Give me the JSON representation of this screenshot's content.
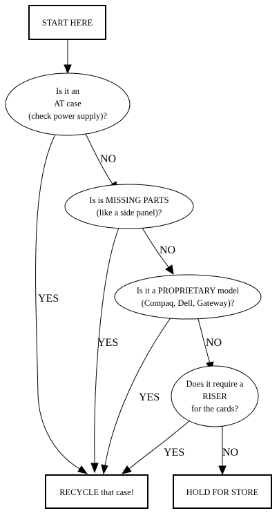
{
  "diagram": {
    "nodes": {
      "start": {
        "lines": [
          "START HERE"
        ]
      },
      "q_at_case": {
        "lines": [
          "Is it an",
          "AT case",
          "(check power supply)?"
        ]
      },
      "q_missing_parts": {
        "lines": [
          "Is is MISSING PARTS",
          "(like a side panel)?"
        ]
      },
      "q_proprietary": {
        "lines": [
          "Is it a PROPRIETARY model",
          "(Compaq, Dell, Gateway)?"
        ]
      },
      "q_riser": {
        "lines": [
          "Does it require a",
          "RISER",
          "for the cards?"
        ]
      },
      "recycle": {
        "lines": [
          "RECYCLE that case!"
        ]
      },
      "hold": {
        "lines": [
          "HOLD FOR STORE"
        ]
      }
    },
    "edges": {
      "at_case_no": {
        "from": "q_at_case",
        "to": "q_missing_parts",
        "label": "NO"
      },
      "at_case_yes": {
        "from": "q_at_case",
        "to": "recycle",
        "label": "YES"
      },
      "missing_no": {
        "from": "q_missing_parts",
        "to": "q_proprietary",
        "label": "NO"
      },
      "missing_yes": {
        "from": "q_missing_parts",
        "to": "recycle",
        "label": "YES"
      },
      "proprietary_no": {
        "from": "q_proprietary",
        "to": "q_riser",
        "label": "NO"
      },
      "proprietary_yes": {
        "from": "q_proprietary",
        "to": "recycle",
        "label": "YES"
      },
      "riser_yes": {
        "from": "q_riser",
        "to": "recycle",
        "label": "YES"
      },
      "riser_no": {
        "from": "q_riser",
        "to": "hold",
        "label": "NO"
      },
      "start_to_at": {
        "from": "start",
        "to": "q_at_case",
        "label": ""
      }
    }
  }
}
